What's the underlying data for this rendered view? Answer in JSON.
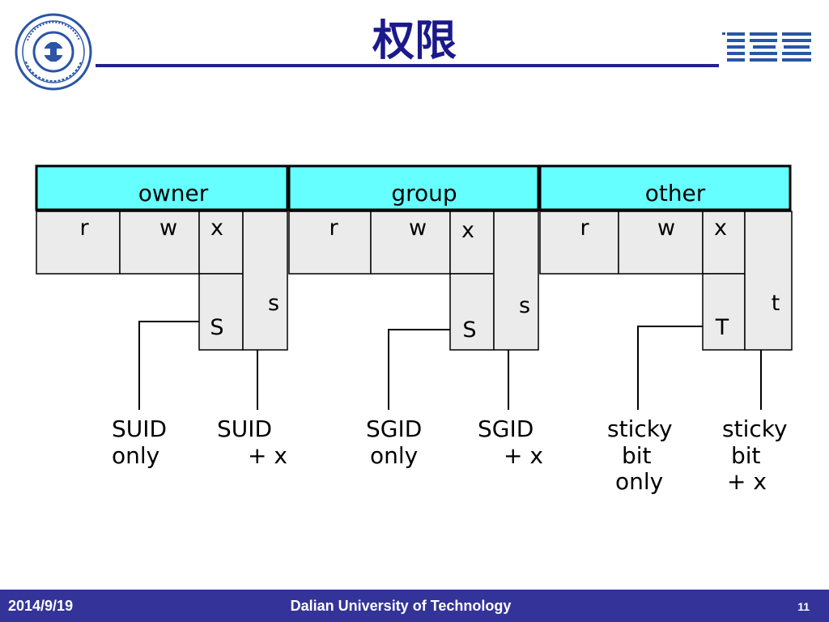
{
  "slide": {
    "title": "权限"
  },
  "header_groups": [
    {
      "label": "owner",
      "fill": "#66ffff"
    },
    {
      "label": "group",
      "fill": "#66ffff"
    },
    {
      "label": "other",
      "fill": "#66ffff"
    }
  ],
  "groups": [
    {
      "r": "r",
      "w": "w",
      "x": "x",
      "special_lower": "s",
      "special_upper": "S",
      "note_a": [
        "SUID",
        "only"
      ],
      "note_b": [
        "SUID",
        "+ x"
      ]
    },
    {
      "r": "r",
      "w": "w",
      "x": "x",
      "special_lower": "s",
      "special_upper": "S",
      "note_a": [
        "SGID",
        "only"
      ],
      "note_b": [
        "SGID",
        "+ x"
      ]
    },
    {
      "r": "r",
      "w": "w",
      "x": "x",
      "special_lower": "t",
      "special_upper": "T",
      "note_a": [
        "sticky",
        "bit",
        "only"
      ],
      "note_b": [
        "sticky",
        "bit",
        "+ x"
      ]
    }
  ],
  "colors": {
    "cell_fill": "#ebebeb",
    "title": "#1a1a8c",
    "footer_bg": "#333399",
    "ibm_blue": "#2a55a8"
  },
  "logos": {
    "left": "university-seal",
    "right": "IBM"
  },
  "footer": {
    "date": "2014/9/19",
    "organization": "Dalian University of Technology",
    "page": "11"
  }
}
